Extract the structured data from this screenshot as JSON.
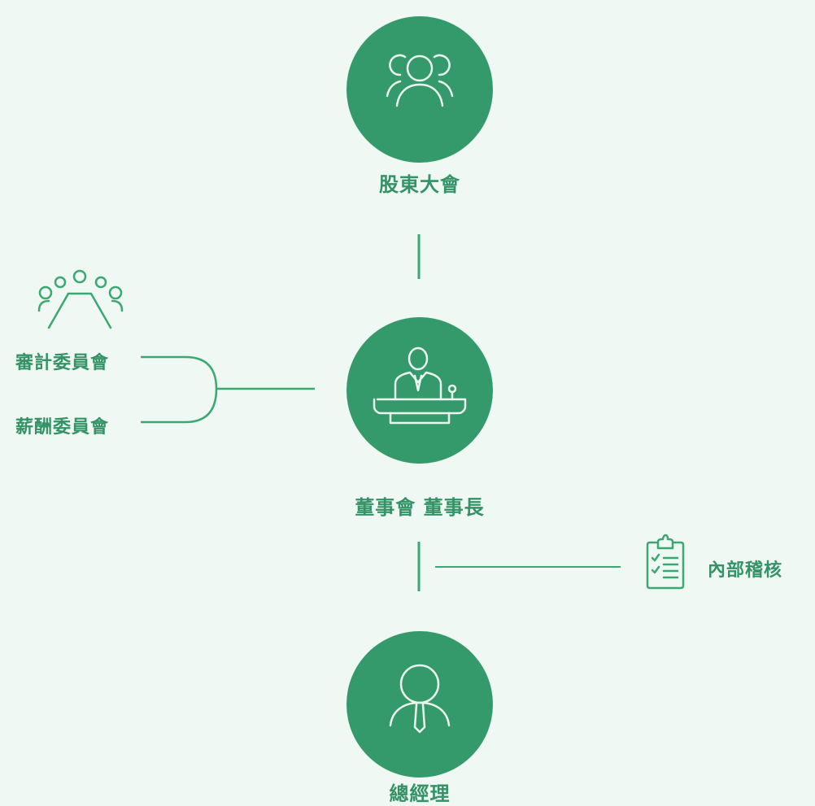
{
  "colors": {
    "background": "#eff8f2",
    "node_fill": "#349a6b",
    "label_text": "#339266",
    "line": "#3aa870",
    "icon_stroke": "#eaf6ef"
  },
  "nodes": {
    "shareholders": {
      "label": "股東大會",
      "icon": "group-icon"
    },
    "board": {
      "label": "董事會 董事長",
      "icon": "speaker-podium-icon"
    },
    "general_manager": {
      "label": "總經理",
      "icon": "person-tie-icon"
    }
  },
  "committees": {
    "icon": "meeting-table-icon",
    "audit": "審計委員會",
    "remuneration": "薪酬委員會"
  },
  "internal_audit": {
    "label": "內部稽核",
    "icon": "checklist-clipboard-icon"
  }
}
